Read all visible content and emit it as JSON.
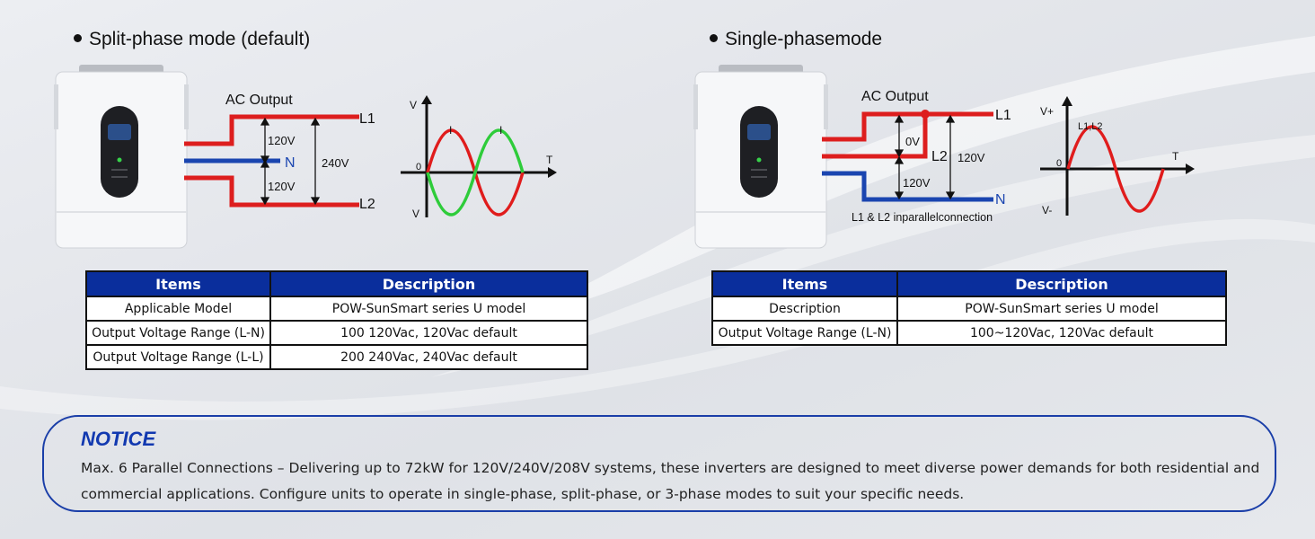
{
  "left_panel": {
    "heading": "Split-phase mode (default)",
    "diagram": {
      "ac_output_label": "AC Output",
      "l1_label": "L1",
      "n_label": "N",
      "l2_label": "L2",
      "v_l1n": "120V",
      "v_nl2": "120V",
      "v_l1l2": "240V"
    },
    "waveform": {
      "y_axis_label": "V",
      "x_axis_label": "T",
      "zero_label": "0",
      "neg_label": "V",
      "peak_label_1": "I",
      "peak_label_2": "I"
    },
    "table": {
      "headers": [
        "Items",
        "Description"
      ],
      "rows": [
        [
          "Applicable Model",
          "POW-SunSmart series U model"
        ],
        [
          "Output Voltage Range (L-N)",
          "100 120Vac, 120Vac default"
        ],
        [
          "Output Voltage Range (L-L)",
          "200 240Vac, 240Vac default"
        ]
      ]
    }
  },
  "right_panel": {
    "heading": "Single-phasemode",
    "diagram": {
      "ac_output_label": "AC Output",
      "l1_label": "L1",
      "l2_label": "L2",
      "n_label": "N",
      "v_l1l2": "0V",
      "v_l2n": "120V",
      "v_l1n": "120V",
      "caption": "L1 & L2 inparallelconnection"
    },
    "waveform": {
      "pos_label": "V+",
      "neg_label": "V-",
      "x_axis_label": "T",
      "zero_label": "0",
      "series_label": "L1,L2"
    },
    "table": {
      "headers": [
        "Items",
        "Description"
      ],
      "rows": [
        [
          "Description",
          "POW-SunSmart series U model"
        ],
        [
          "Output Voltage Range (L-N)",
          "100~120Vac, 120Vac default"
        ]
      ]
    }
  },
  "notice": {
    "title": "NOTICE",
    "text": "Max. 6 Parallel Connections – Delivering up to 72kW for 120V/240V/208V systems, these inverters are designed to meet diverse power demands for both residential and commercial applications. Configure units to operate in single-phase, split-phase, or 3-phase modes to suit your specific needs."
  },
  "colors": {
    "phase_wire": "#dd1e1e",
    "neutral_wire": "#1a45b0",
    "sine_red": "#e01c1c",
    "sine_green": "#2ecc3a",
    "table_header": "#0a2e9c",
    "notice_border": "#1a3ea8"
  }
}
